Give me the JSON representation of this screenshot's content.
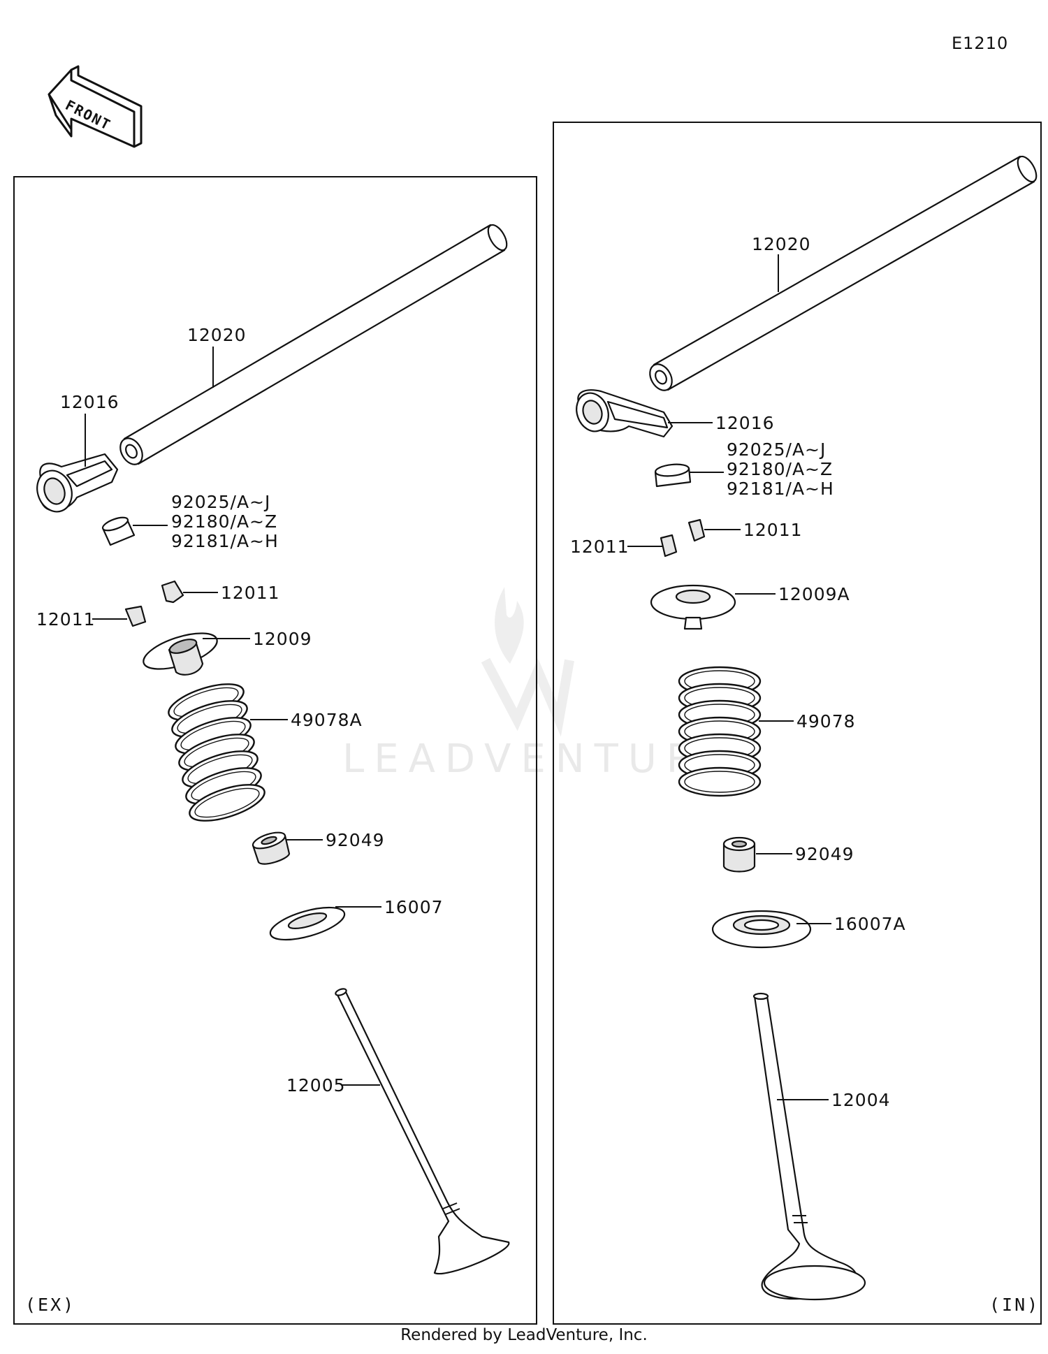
{
  "diagram_code": "E1210",
  "front_label": "FRONT",
  "watermark": "LEADVENTURE",
  "credit": "Rendered by LeadVenture, Inc.",
  "left_panel": {
    "tag": "(EX)",
    "labels": {
      "shaft": "12020",
      "rocker": "12016",
      "shim_1": "92025/A~J",
      "shim_2": "92180/A~Z",
      "shim_3": "92181/A~H",
      "cotter_right": "12011",
      "cotter_left": "12011",
      "retainer": "12009",
      "spring": "49078A",
      "seal": "92049",
      "seat": "16007",
      "valve": "12005"
    }
  },
  "right_panel": {
    "tag": "(IN)",
    "labels": {
      "shaft": "12020",
      "rocker": "12016",
      "shim_1": "92025/A~J",
      "shim_2": "92180/A~Z",
      "shim_3": "92181/A~H",
      "cotter_right": "12011",
      "cotter_left": "12011",
      "retainer": "12009A",
      "spring": "49078",
      "seal": "92049",
      "seat": "16007A",
      "valve": "12004"
    }
  }
}
